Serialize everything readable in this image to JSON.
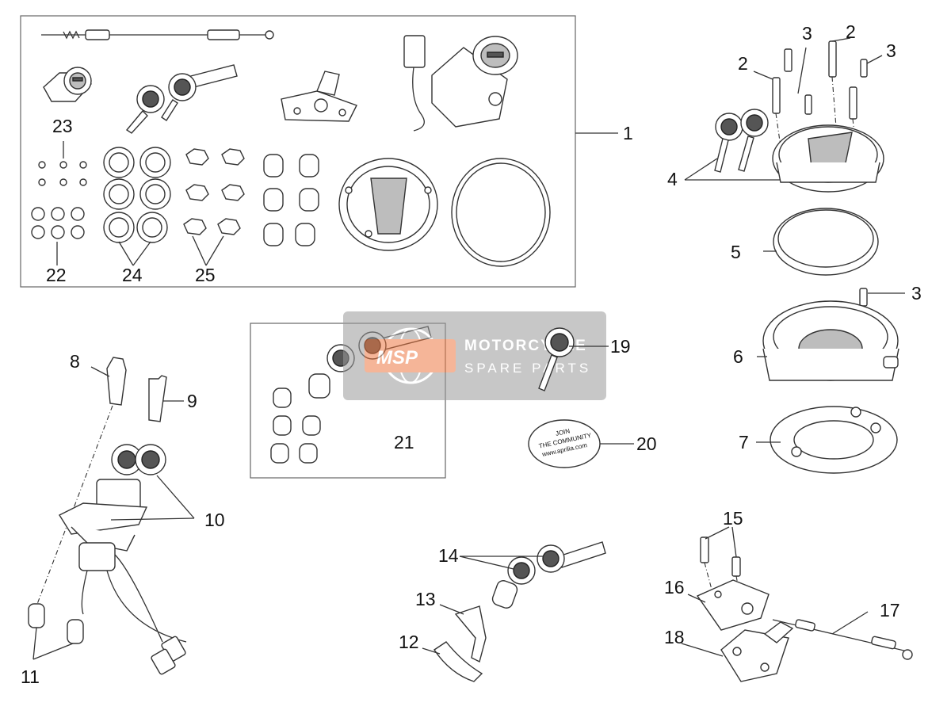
{
  "watermark": {
    "logo": "MSP",
    "line1": "MOTORCYCLE",
    "line2": "SPARE PARTS"
  },
  "sticker": {
    "line1": "JOIN",
    "line2": "THE COMMUNITY",
    "line3": "www.aprilia.com"
  },
  "callouts": [
    {
      "id": "c1",
      "label": "1"
    },
    {
      "id": "c2a",
      "label": "2"
    },
    {
      "id": "c2b",
      "label": "2"
    },
    {
      "id": "c3a",
      "label": "3"
    },
    {
      "id": "c3b",
      "label": "3"
    },
    {
      "id": "c3c",
      "label": "3"
    },
    {
      "id": "c4",
      "label": "4"
    },
    {
      "id": "c5",
      "label": "5"
    },
    {
      "id": "c6",
      "label": "6"
    },
    {
      "id": "c7",
      "label": "7"
    },
    {
      "id": "c8",
      "label": "8"
    },
    {
      "id": "c9",
      "label": "9"
    },
    {
      "id": "c10",
      "label": "10"
    },
    {
      "id": "c11",
      "label": "11"
    },
    {
      "id": "c12",
      "label": "12"
    },
    {
      "id": "c13",
      "label": "13"
    },
    {
      "id": "c14",
      "label": "14"
    },
    {
      "id": "c15",
      "label": "15"
    },
    {
      "id": "c16",
      "label": "16"
    },
    {
      "id": "c17",
      "label": "17"
    },
    {
      "id": "c18",
      "label": "18"
    },
    {
      "id": "c19",
      "label": "19"
    },
    {
      "id": "c20",
      "label": "20"
    },
    {
      "id": "c21",
      "label": "21"
    },
    {
      "id": "c22",
      "label": "22"
    },
    {
      "id": "c23",
      "label": "23"
    },
    {
      "id": "c24",
      "label": "24"
    },
    {
      "id": "c25",
      "label": "25"
    }
  ]
}
